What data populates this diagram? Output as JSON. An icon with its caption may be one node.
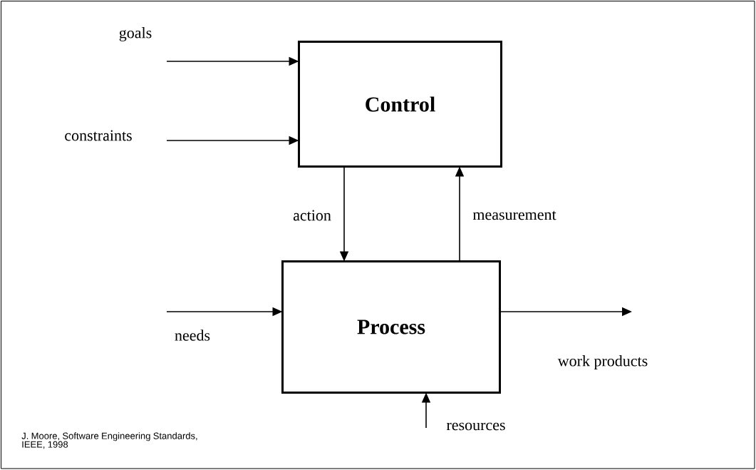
{
  "diagram": {
    "caption": "J. Moore, Software Engineering Standards, IEEE, 1998",
    "nodes": [
      {
        "text": [
          "Control"
        ]
      },
      {
        "text": [
          "Process"
        ]
      }
    ],
    "edges": [
      {
        "from": null,
        "to": 0,
        "arrow": "to",
        "label": "goals"
      },
      {
        "from": null,
        "to": 0,
        "arrow": "to",
        "label": "constraints"
      },
      {
        "from": 0,
        "to": 1,
        "arrow": "to",
        "label": "action"
      },
      {
        "from": 1,
        "to": 0,
        "arrow": "to",
        "label": "measurement"
      },
      {
        "from": null,
        "to": 1,
        "arrow": "to",
        "label": "needs"
      },
      {
        "from": 1,
        "to": null,
        "arrow": "to",
        "label": "work products"
      },
      {
        "from": null,
        "to": 1,
        "arrow": "to",
        "label": "resources"
      }
    ]
  }
}
